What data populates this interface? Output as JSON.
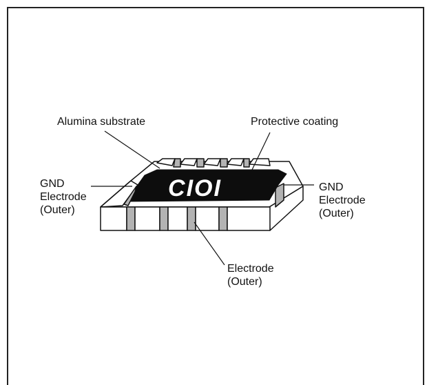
{
  "labels": {
    "alumina": "Alumina substrate",
    "protective": "Protective coating",
    "gnd_left": [
      "GND",
      "Electrode",
      "(Outer)"
    ],
    "gnd_right": [
      "GND",
      "Electrode",
      "(Outer)"
    ],
    "electrode_outer": [
      "Electrode",
      "(Outer)"
    ]
  },
  "chip_marking": "CIOI",
  "colors": {
    "line": "#111111",
    "coating": "#0d0d0d",
    "electrode": "#b3b3b3",
    "substrate": "#ffffff"
  }
}
